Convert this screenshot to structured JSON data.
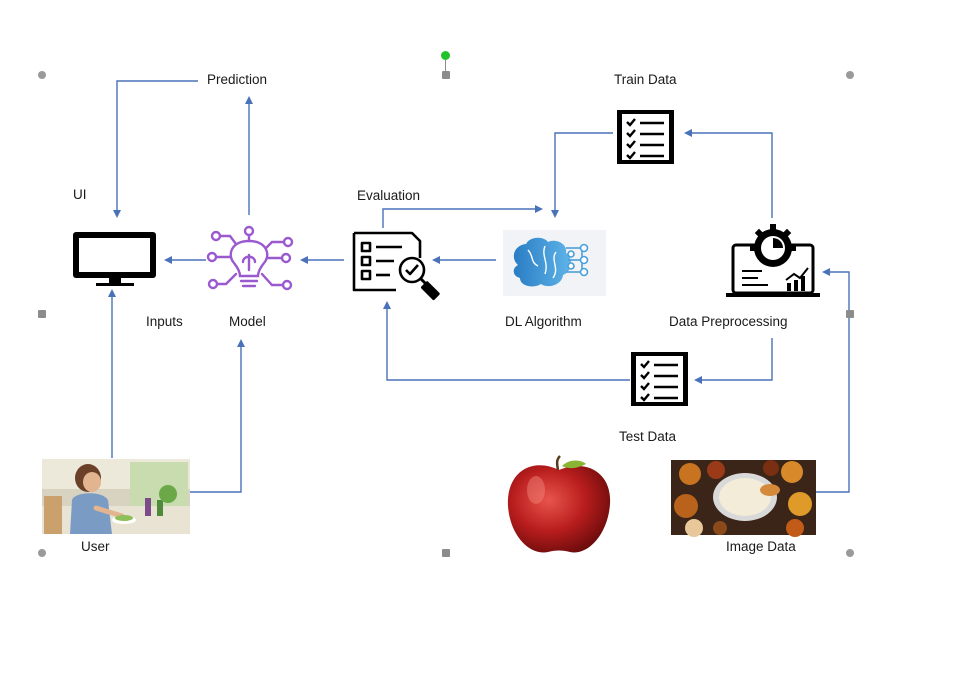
{
  "labels": {
    "prediction": "Prediction",
    "train_data": "Train Data",
    "ui": "UI",
    "evaluation": "Evaluation",
    "inputs": "Inputs",
    "model": "Model",
    "dl_algorithm": "DL Algorithm",
    "data_preprocessing": "Data Preprocessing",
    "test_data": "Test Data",
    "user": "User",
    "image_data": "Image Data"
  },
  "colors": {
    "arrow": "#4a72b8",
    "model_icon": "#9b59d0",
    "brain_icon": "#2f86c8",
    "handle": "#8c8c8c",
    "rotate_handle": "#22c22a"
  },
  "icons": [
    "monitor-icon",
    "model-ai-icon",
    "evaluation-search-icon",
    "brain-network-icon",
    "data-processing-icon",
    "checklist-icon",
    "apple-image",
    "user-photo",
    "food-photo"
  ]
}
